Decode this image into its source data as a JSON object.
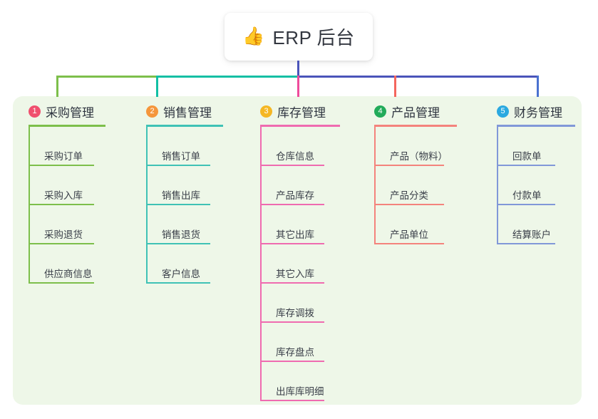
{
  "diagram": {
    "type": "mind-map",
    "root": {
      "icon": "thumbs-up-icon",
      "icon_glyph": "👍",
      "title": "ERP 后台"
    },
    "panel_color": "#eef7e8",
    "trunk_color": "#4a54ba",
    "bus_colors": [
      "#7dbf4b",
      "#12bfa4",
      "#4a54ba"
    ],
    "branches": [
      {
        "number": "1",
        "title": "采购管理",
        "badge_color": "#f0506e",
        "line_color": "#7dbf4b",
        "stub_color": "#7dbf4b",
        "items": [
          "采购订单",
          "采购入库",
          "采购退货",
          "供应商信息"
        ]
      },
      {
        "number": "2",
        "title": "销售管理",
        "badge_color": "#f5963c",
        "line_color": "#3fc2b5",
        "stub_color": "#12bfa4",
        "items": [
          "销售订单",
          "销售出库",
          "销售退货",
          "客户信息"
        ]
      },
      {
        "number": "3",
        "title": "库存管理",
        "badge_color": "#f5b723",
        "line_color": "#ef6bb0",
        "stub_color": "#ef4b9c",
        "items": [
          "仓库信息",
          "产品库存",
          "其它出库",
          "其它入库",
          "库存调拨",
          "库存盘点",
          "出库库明细"
        ]
      },
      {
        "number": "4",
        "title": "产品管理",
        "badge_color": "#22ab5a",
        "line_color": "#f4837c",
        "stub_color": "#f4665e",
        "items": [
          "产品（物料）",
          "产品分类",
          "产品单位"
        ]
      },
      {
        "number": "5",
        "title": "财务管理",
        "badge_color": "#2aa9e0",
        "line_color": "#8198d8",
        "stub_color": "#4a72d0",
        "items": [
          "回款单",
          "付款单",
          "结算账户"
        ]
      }
    ]
  }
}
